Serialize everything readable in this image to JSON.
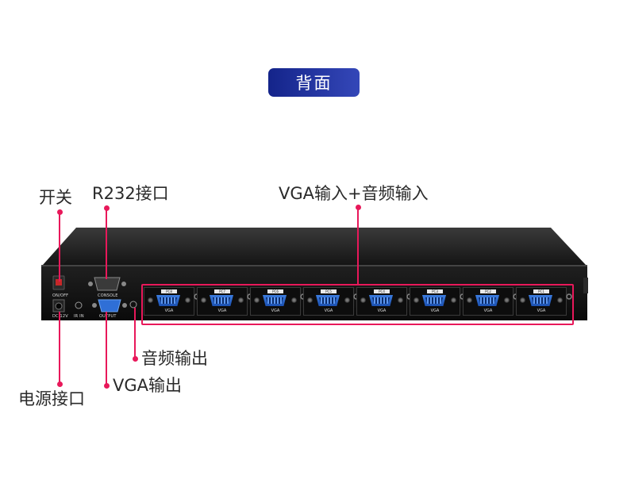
{
  "badge": {
    "text": "背面"
  },
  "labels": {
    "switch": "开关",
    "rs232": "R232接口",
    "vga_audio_in": "VGA输入+音频输入",
    "audio_out": "音频输出",
    "vga_out": "VGA输出",
    "power": "电源接口"
  },
  "panel_text": {
    "on_off": "ON/OFF",
    "console": "CONSOLE",
    "dc12v": "DC 12V",
    "ir_in": "IR IN",
    "output": "OUTPUT"
  },
  "vga_label": "VGA",
  "ports": [
    "PC8",
    "PC7",
    "PC6",
    "PC5",
    "PC4",
    "PC3",
    "PC2",
    "PC1"
  ],
  "colors": {
    "accent": "#e8185a",
    "badge_start": "#14248a",
    "badge_end": "#3447b8",
    "device": "#1a1a1a"
  }
}
